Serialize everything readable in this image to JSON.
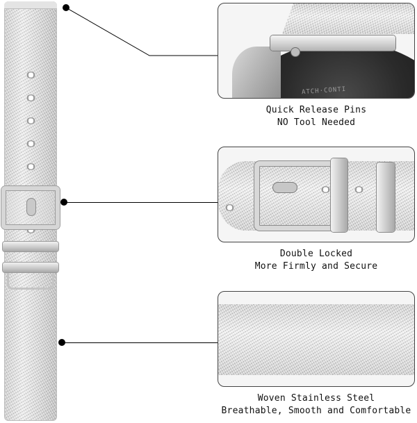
{
  "features": [
    {
      "title": "Quick Release Pins",
      "subtitle": "NO Tool Needed",
      "photo_text": "ATCH·CONTI"
    },
    {
      "title": "Double Locked",
      "subtitle": "More Firmly and Secure"
    },
    {
      "title": "Woven Stainless Steel",
      "subtitle": "Breathable, Smooth and Comfortable"
    }
  ],
  "colors": {
    "steel_light": "#ededed",
    "steel_dark": "#9a9a9a",
    "watch_body": "#2a2a2a",
    "pointer": "#000000"
  }
}
